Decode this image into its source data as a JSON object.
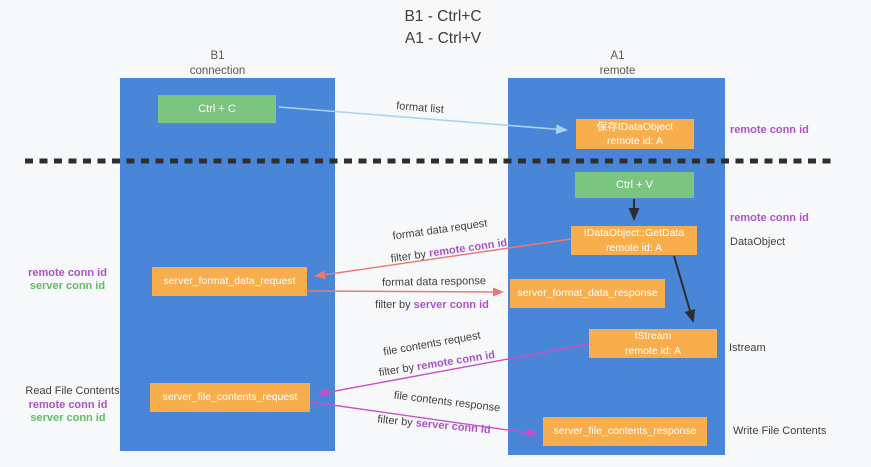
{
  "title": {
    "line1": "B1 - Ctrl+C",
    "line2": "A1 - Ctrl+V"
  },
  "lanes": {
    "left": {
      "title": "B1",
      "subtitle": "connection"
    },
    "right": {
      "title": "A1",
      "subtitle": "remote"
    }
  },
  "nodes": {
    "ctrl_c": {
      "label": "Ctrl + C"
    },
    "ctrl_v": {
      "label": "Ctrl + V"
    },
    "save_dataobject": {
      "line1": "保存IDataObject",
      "line2": "remote id: A"
    },
    "getdata": {
      "line1": "IDataObject::GetData",
      "line2": "remote id: A"
    },
    "istream": {
      "line1": "IStream",
      "line2": "remote id: A"
    },
    "format_request": {
      "label": "server_format_data_request"
    },
    "format_response": {
      "label": "server_format_data_response"
    },
    "file_request": {
      "label": "server_file_contents_request"
    },
    "file_response": {
      "label": "server_file_contents_response"
    }
  },
  "edges": {
    "format_list": "format list",
    "format_data_request": "format data request",
    "format_data_response": "format data response",
    "file_contents_request": "file contents request",
    "file_contents_response": "file contents response",
    "filter_by": "filter by ",
    "remote_conn_id": "remote conn id",
    "server_conn_id": "server conn id"
  },
  "annotations": {
    "remote_conn_id": "remote conn id",
    "server_conn_id": "server conn id",
    "dataobject": "DataObject",
    "istream": "Istream",
    "read_file_contents": "Read File Contents",
    "write_file_contents": "Write File Contents"
  },
  "colors": {
    "lane_blue": "#4a86d8",
    "node_orange": "#f8ae4d",
    "node_green": "#7cc580",
    "arrow_red": "#e87a72",
    "arrow_magenta": "#c94fc9",
    "arrow_lightblue": "#a9d3f2",
    "arrow_black": "#2d2d2d",
    "text_purple": "#ad53c5",
    "text_green": "#63bb68"
  }
}
